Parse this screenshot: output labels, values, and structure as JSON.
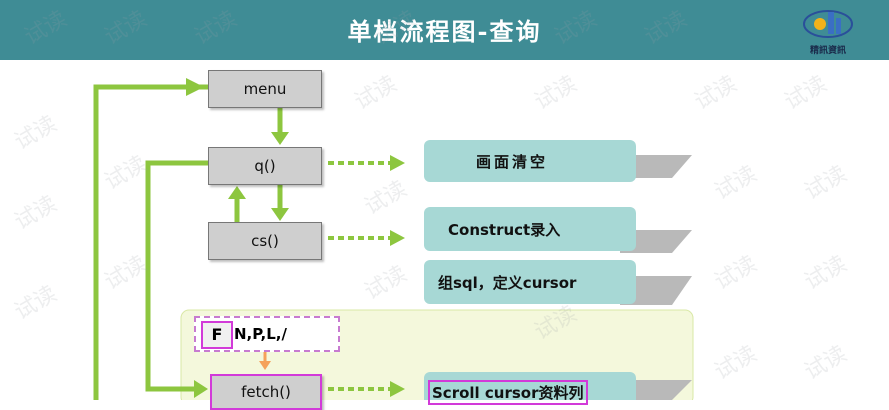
{
  "header": {
    "title": "单档流程图-查询",
    "logo_text": "精訊資訊"
  },
  "nodes": {
    "menu": "menu",
    "q": "q()",
    "cs": "cs()",
    "fetch": "fetch()"
  },
  "notes": {
    "clear": "画面清空",
    "construct": "Construct录入",
    "sql": "组sql，定义cursor",
    "scroll": "Scroll cursor资料列"
  },
  "fetch_keys": {
    "first": "F",
    "rest": "N,P,L,/"
  },
  "colors": {
    "header": "#3f8c95",
    "arrow": "#8dc63f",
    "band": "#a7d8d5",
    "highlight": "#f4f8dc",
    "pink": "#d23ad9",
    "orange_arrow": "#f5a15a"
  },
  "watermark": "试读"
}
